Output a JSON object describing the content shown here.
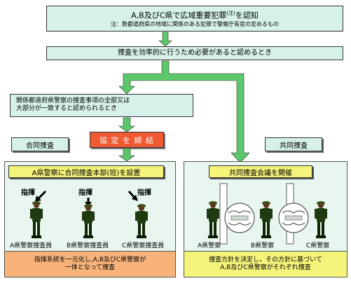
{
  "top": {
    "title": "A,B及びC県で広域重要犯罪",
    "title_sup": "(注)",
    "title_suffix": "を認知",
    "note": "注：数都道府県の地域に関係のある犯罪で警察庁長官の定めるもの"
  },
  "judgement": "捜査を効率的に行うため必要があると認めるとき",
  "condition": {
    "line1": "関係都道府県警察の捜査事項の全部又は",
    "line2": "大部分が一致すると認められるとき"
  },
  "agreement": "協 定 を 締 結",
  "left": {
    "tag": "合同捜査",
    "header": "A県警察に合同捜査本部(班)を設置",
    "commands": [
      "指揮",
      "指揮",
      "指揮"
    ],
    "officers": [
      "A県警察捜査員",
      "B県警察捜査員",
      "C県警察捜査員"
    ],
    "footer_line1": "指揮系統を一元化し,A,B及びC県警察が",
    "footer_line2": "一体となって捜査"
  },
  "right": {
    "tag": "共同捜査",
    "header": "共同捜査会議を開催",
    "officers": [
      "A県警察",
      "B県警察",
      "C県警察"
    ],
    "footer_line1": "捜査方針を決定し，その方針に基づいて",
    "footer_line2": "A,B及びC県警察がそれぞれ捜査"
  },
  "colors": {
    "teal": "#d6f0ea",
    "arrow_green": "#5cc86a",
    "agreement_red": "#ef5a32",
    "header_yellow": "#f4f37a",
    "footer_orange": "#f7b37a",
    "footer_yellow": "#f4f37a",
    "panel_bg": "#e8f6ef"
  }
}
